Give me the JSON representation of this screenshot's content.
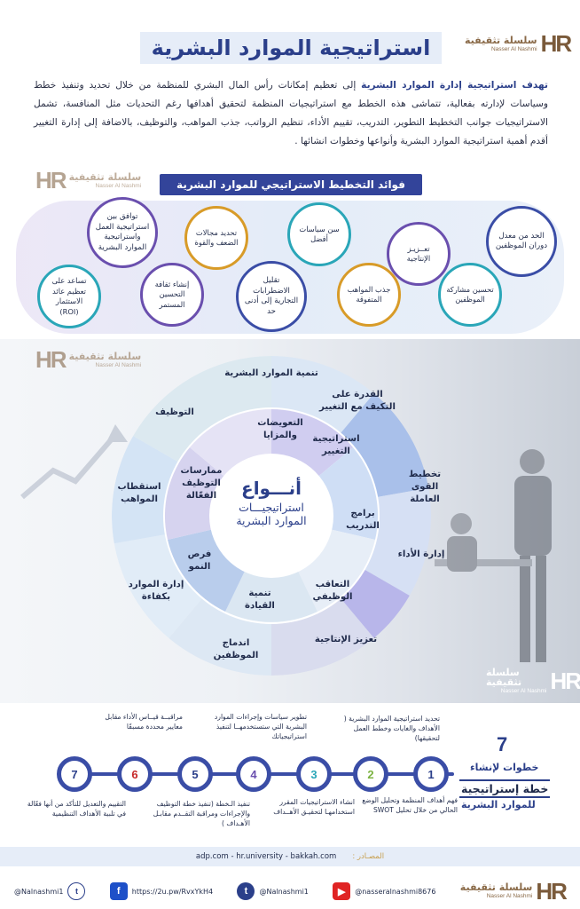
{
  "header": {
    "title": "استراتيجية الموارد البشرية",
    "logo_ar": "سلسلة تثقيفية",
    "logo_en": "Nasser Al Nashmi",
    "logo_mark": "HR"
  },
  "intro": {
    "highlight": "تهدف استراتيجية إدارة الموارد البشرية",
    "text": " إلى تعظيم إمكانات رأس المال البشري للمنظمة من خلال تحديد وتنفيذ خطط وسياسات لإدارته بفعالية، تتماشى هذه الخطط مع استراتيجيات المنظمة لتحقيق أهدافها رغم التحديات مثل المنافسة، تشمل الاستراتيجيات جوانب التخطيط التطوير، التدريب، تقييم الأداء، تنظيم الرواتب، جذب المواهب، والتوظيف، بالاضافة إلى إدارة التغيير أقدم أهمية استراتيجية الموارد البشرية وأنواعها وخطوات انشائها ."
  },
  "benefits": {
    "title": "فوائد التخطيط الاستراتيجي للموارد البشرية",
    "items": [
      "الحد من معدل دوران الموظفين",
      "تعــزيـز الإنتاجية",
      "سن سياسات أفضل",
      "تحديد مجالات الضعف والقوة",
      "توافق بين استراتيجية العمل واستراتيجية الموارد البشرية",
      "تحسين مشاركة الموظفين",
      "جذب المواهب المتفوقة",
      "تقليل الاضطرابات التجارية إلى أدنى حد",
      "إنشاء ثقافة التحسين المستمر",
      "تساعد على تعظيم عائد الاستثمار (ROI)"
    ]
  },
  "wheel": {
    "center_title": "أنـــواع",
    "center_sub1": "استراتيجيـــات",
    "center_sub2": "الموارد البشرية",
    "outer": [
      "تنمية الموارد البشرية",
      "القدرة على التكيف مع التغيير",
      "تخطيط القوى العاملة",
      "إدارة الأداء",
      "تعزيز الإنتاجية",
      "اندماج الموظفين",
      "إدارة الموارد بكفاءة",
      "استقطاب المواهب",
      "التوظيف"
    ],
    "inner": [
      "التعويضات والمزايا",
      "استراتيجية التغيير",
      "برامج التدريب",
      "التعاقب الوظيفي",
      "تنمية القيادة",
      "فرص النمو",
      "ممارسات التوظيف الفعّالة"
    ]
  },
  "steps": {
    "number": "7",
    "title1": "خطوات لإنشاء",
    "title2": "خطة إستراتيجية",
    "title3": "للموارد البشرية",
    "items": [
      {
        "n": "1",
        "text": "فهم أهداف المنظمة وتحليل الوضع الحالي من خلال تحليل SWOT"
      },
      {
        "n": "2",
        "text": "تحديد استراتيجية الموارد البشرية ( الأهداف والغايات وخطط العمل لتحقيقها)"
      },
      {
        "n": "3",
        "text": "انشاء الاستراتيجيات المقرر استخدامهـا لتحقيـق الأهــداف"
      },
      {
        "n": "4",
        "text": "تطوير سياسات وإجراءات الموارد البشرية التي ستستخدمهــا لتنفيذ استراتيجياتك"
      },
      {
        "n": "5",
        "text": "تنفيذ الـخطة (تنفيذ خطة التوظيف والإجراءات ومراقبة التقــدم مقابـل الأهـداف )"
      },
      {
        "n": "6",
        "text": "مراقبــة قيــاس الأداء مقابل معايير محددة مسبقًا"
      },
      {
        "n": "7",
        "text": "التقييم والتعديل للتأكد من أنها فعّالة في تلبية الأهداف التنظيمية"
      }
    ]
  },
  "sources": {
    "label": "المصـادر :",
    "list": "adp.com - hr.university - bakkah.com"
  },
  "footer": {
    "youtube": "@nasseralnashmi8676",
    "twitter": "@Nalnashmi1",
    "facebook": "https://2u.pw/RvxYkH4",
    "handle": "@Nalnashmi1"
  },
  "colors": {
    "primary": "#2b3f8a",
    "accent_blue": "#3a4da6",
    "purple": "#6a4fae",
    "teal": "#2aa6b8",
    "gold": "#d89b28",
    "brown": "#7a5a3a"
  }
}
